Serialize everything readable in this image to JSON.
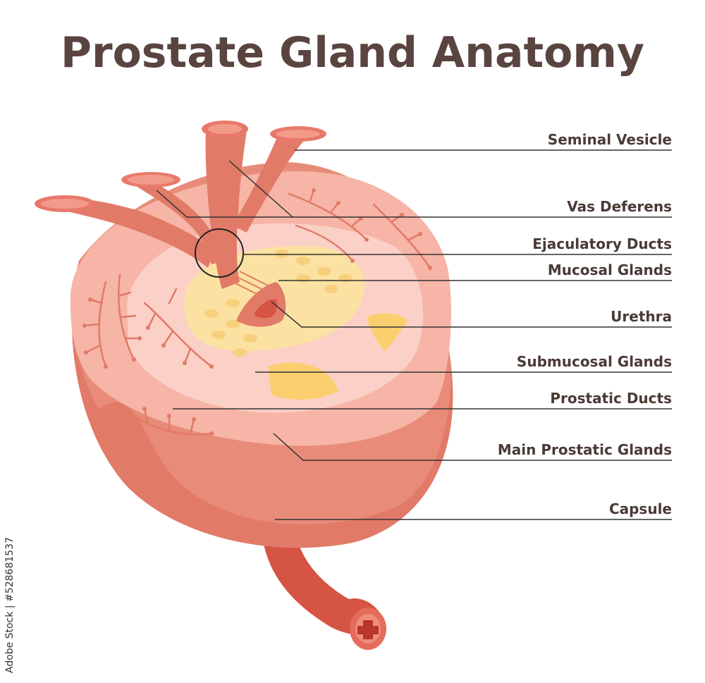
{
  "title": "Prostate Gland Anatomy",
  "labels": [
    {
      "id": "seminal-vesicle",
      "text": "Seminal Vesicle"
    },
    {
      "id": "vas-deferens",
      "text": "Vas Deferens"
    },
    {
      "id": "ejaculatory-ducts",
      "text": "Ejaculatory Ducts"
    },
    {
      "id": "mucosal-glands",
      "text": "Mucosal Glands"
    },
    {
      "id": "urethra",
      "text": "Urethra"
    },
    {
      "id": "submucosal-glands",
      "text": "Submucosal Glands"
    },
    {
      "id": "prostatic-ducts",
      "text": "Prostatic Ducts"
    },
    {
      "id": "main-prostatic-glands",
      "text": "Main Prostatic Glands"
    },
    {
      "id": "capsule",
      "text": "Capsule"
    }
  ],
  "stock_id": "Adobe Stock | #528681537",
  "colors": {
    "capsule": "#e27a68",
    "capsule_dark": "#d0604f",
    "cut_surface": "#f6b5a6",
    "inner_zone": "#fbd0c7",
    "gland_yellow": "#fbe2a2",
    "gland_orange": "#fbcf6e",
    "duct": "#e8796a",
    "title": "#5a4440",
    "label_line": "#333333"
  }
}
